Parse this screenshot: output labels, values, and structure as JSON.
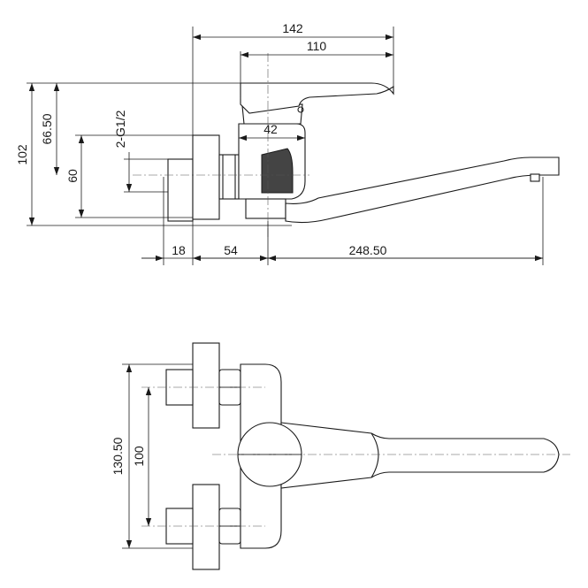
{
  "dimensions": {
    "overall_length": "142",
    "lever_length": "110",
    "body_width": "42",
    "thread_spec": "2-G1/2",
    "total_height": "102",
    "lever_height": "66.50",
    "connection_height": "60",
    "flange_offset": "18",
    "body_offset": "54",
    "spout_reach": "248.50",
    "outer_spacing": "130.50",
    "inner_spacing": "100"
  },
  "colors": {
    "line": "#1a1a1a",
    "background": "#ffffff"
  }
}
